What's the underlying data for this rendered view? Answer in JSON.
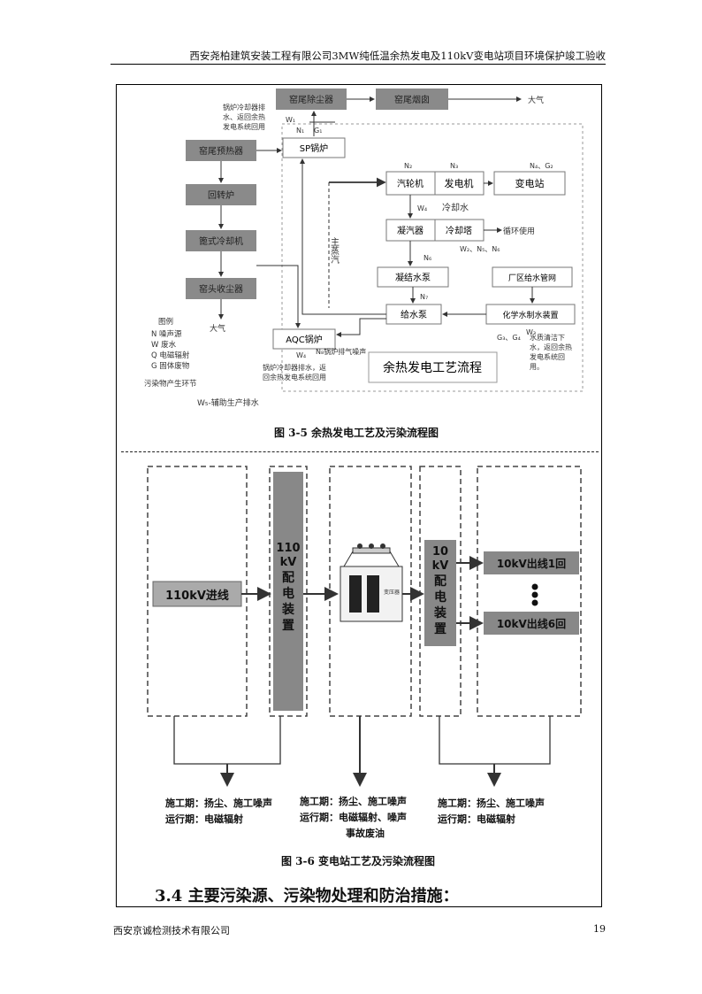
{
  "header": {
    "title": "西安尧柏建筑安装工程有限公司3MW纯低温余热发电及110kV变电站项目环境保护竣工验收"
  },
  "figure1": {
    "caption": "图 3-5   余热发电工艺及污染流程图",
    "boxes": {
      "kiln_dust": "窑尾除尘器",
      "kiln_chimney": "窑尾烟囱",
      "sp_boiler": "SP锅炉",
      "preheater": "窑尾预热器",
      "rotary_kiln": "回转炉",
      "grate_cooler": "篦式冷却机",
      "head_dust": "窑头收尘器",
      "aqc_boiler": "AQC锅炉",
      "turbine": "汽轮机",
      "generator": "发电机",
      "substation": "变电站",
      "condenser": "凝汽器",
      "cooling_tower": "冷却塔",
      "condensate_pump": "凝结水泵",
      "feed_pump": "给水泵",
      "plant_water": "厂区给水管网",
      "chem_water": "化学水制水装置",
      "title_box": "余热发电工艺流程"
    },
    "labels": {
      "atmosphere1": "大气",
      "atmosphere2": "大气",
      "main_steam": "主蒸汽",
      "cooling_water": "冷却水",
      "recycle": "循环使用",
      "w1_note_a": "锅炉冷却器排",
      "w1_note_b": "水、返回余热",
      "w1_note_c": "发电系统回用",
      "aqc_note_a": "锅炉冷却器排水，返",
      "aqc_note_b": "回余热发电系统回用",
      "n_note": "N₈锅炉排气噪声",
      "chem_note_a": "水质清洁下",
      "chem_note_b": "水，返回余热",
      "chem_note_c": "发电系统回",
      "chem_note_d": "用。",
      "w5_note": "W₅-辅助生产排水",
      "w1": "W₁",
      "n1": "N₁",
      "g1": "G₁",
      "n2": "N₂",
      "n3": "N₃",
      "n4g2": "N₄、G₂",
      "w4": "W₄",
      "w2n5n6": "W₂、N₅、N₆",
      "n6": "N₆",
      "n7": "N₇",
      "w3": "W₃",
      "g3g4": "G₃、G₄",
      "w4b": "W₄"
    },
    "legend": {
      "title": "图例",
      "n": "N   噪声源",
      "w": "W   废水",
      "q": "Q   电磁辐射",
      "g": "G   固体废物",
      "flow": "污染物产生环节"
    }
  },
  "figure2": {
    "caption": "图 3-6   变电站工艺及污染流程图",
    "incoming": "110kV进线",
    "hv_switchgear": [
      "110",
      "kV",
      "配",
      "电",
      "装",
      "置"
    ],
    "lv_switchgear": [
      "10",
      "kV",
      "配",
      "电",
      "装",
      "置"
    ],
    "transformer_label": "变压器",
    "outlet_1": "10kV出线1回",
    "outlet_6": "10kV出线6回",
    "notes_left": [
      "施工期：扬尘、施工噪声",
      "运行期：电磁辐射"
    ],
    "notes_mid": [
      "施工期：扬尘、施工噪声",
      "运行期：电磁辐射、噪声",
      "事故废油"
    ],
    "notes_right": [
      "施工期：扬尘、施工噪声",
      "运行期：电磁辐射"
    ]
  },
  "section": {
    "heading": "3.4 主要污染源、污染物处理和防治措施："
  },
  "footer": {
    "company": "西安京诚检测技术有限公司",
    "page_number": "19"
  }
}
